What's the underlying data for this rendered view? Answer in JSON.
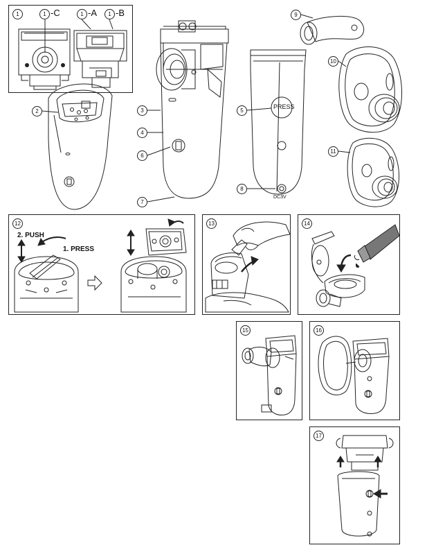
{
  "figure": {
    "callouts": {
      "c1": "1",
      "c1c": "1",
      "c1a": "1",
      "c1b": "1",
      "c2": "2",
      "c3": "3",
      "c4": "4",
      "c5": "5",
      "c6": "6",
      "c7": "7",
      "c8": "8",
      "c9": "9",
      "c10": "10",
      "c11": "11",
      "c12": "12",
      "c13": "13",
      "c14": "14",
      "c15": "15",
      "c16": "16",
      "c17": "17"
    },
    "labels": {
      "part_c": "-C",
      "part_a": "-A",
      "part_b": "-B",
      "press_button": "PRESS",
      "dc_jack": "DC3V",
      "step_push": "2. PUSH",
      "step_press": "1. PRESS"
    }
  }
}
